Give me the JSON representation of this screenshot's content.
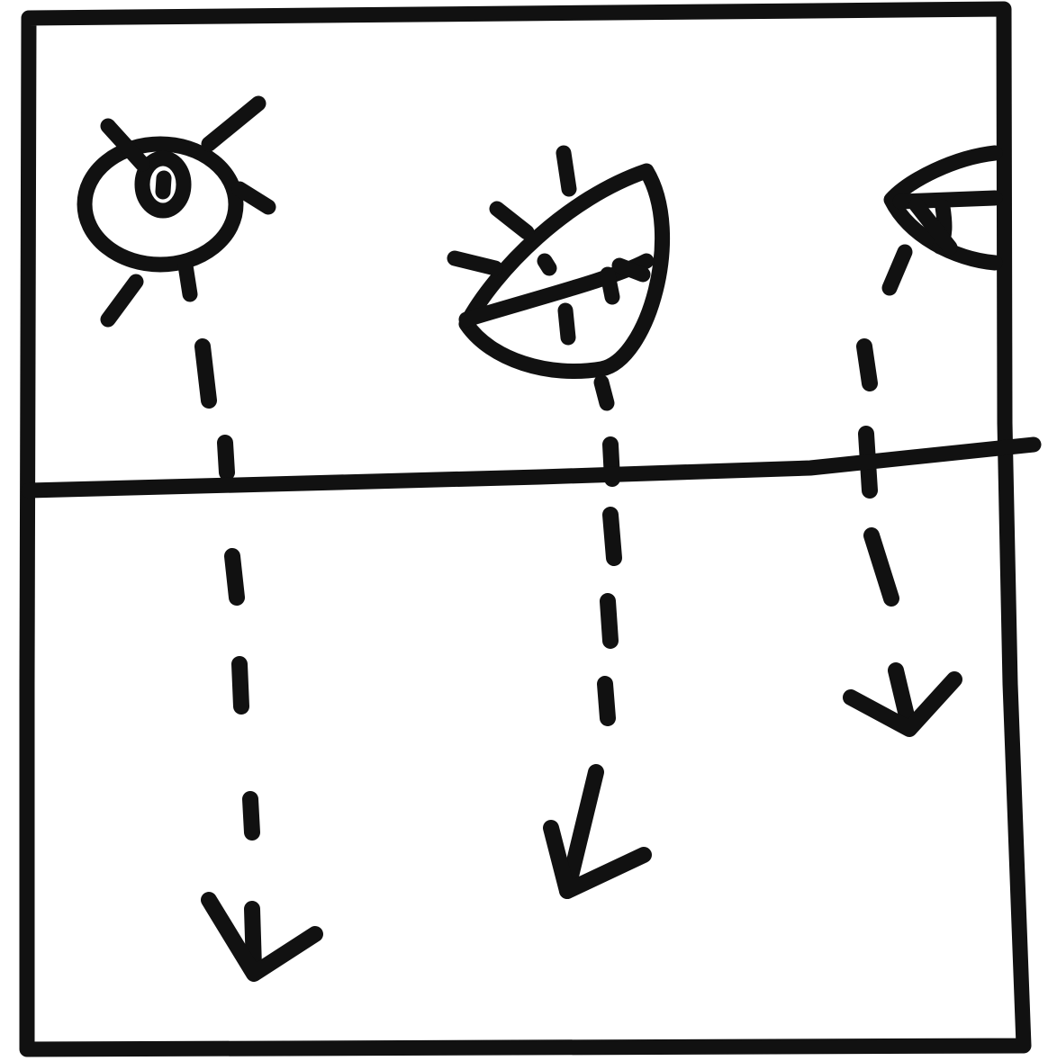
{
  "diagram": {
    "colors": {
      "ink": "#111111",
      "paper": "#ffffff"
    },
    "figures": [
      {
        "icon": "eye-sun-icon",
        "state": "open"
      },
      {
        "icon": "eye-sun-icon",
        "state": "tilted"
      },
      {
        "icon": "eye-sun-icon",
        "state": "setting"
      }
    ],
    "arrows": [
      {
        "icon": "dashed-down-arrow-icon"
      },
      {
        "icon": "dashed-down-arrow-icon"
      },
      {
        "icon": "dashed-down-arrow-icon"
      }
    ],
    "horizon": {
      "icon": "horizon-line"
    }
  }
}
